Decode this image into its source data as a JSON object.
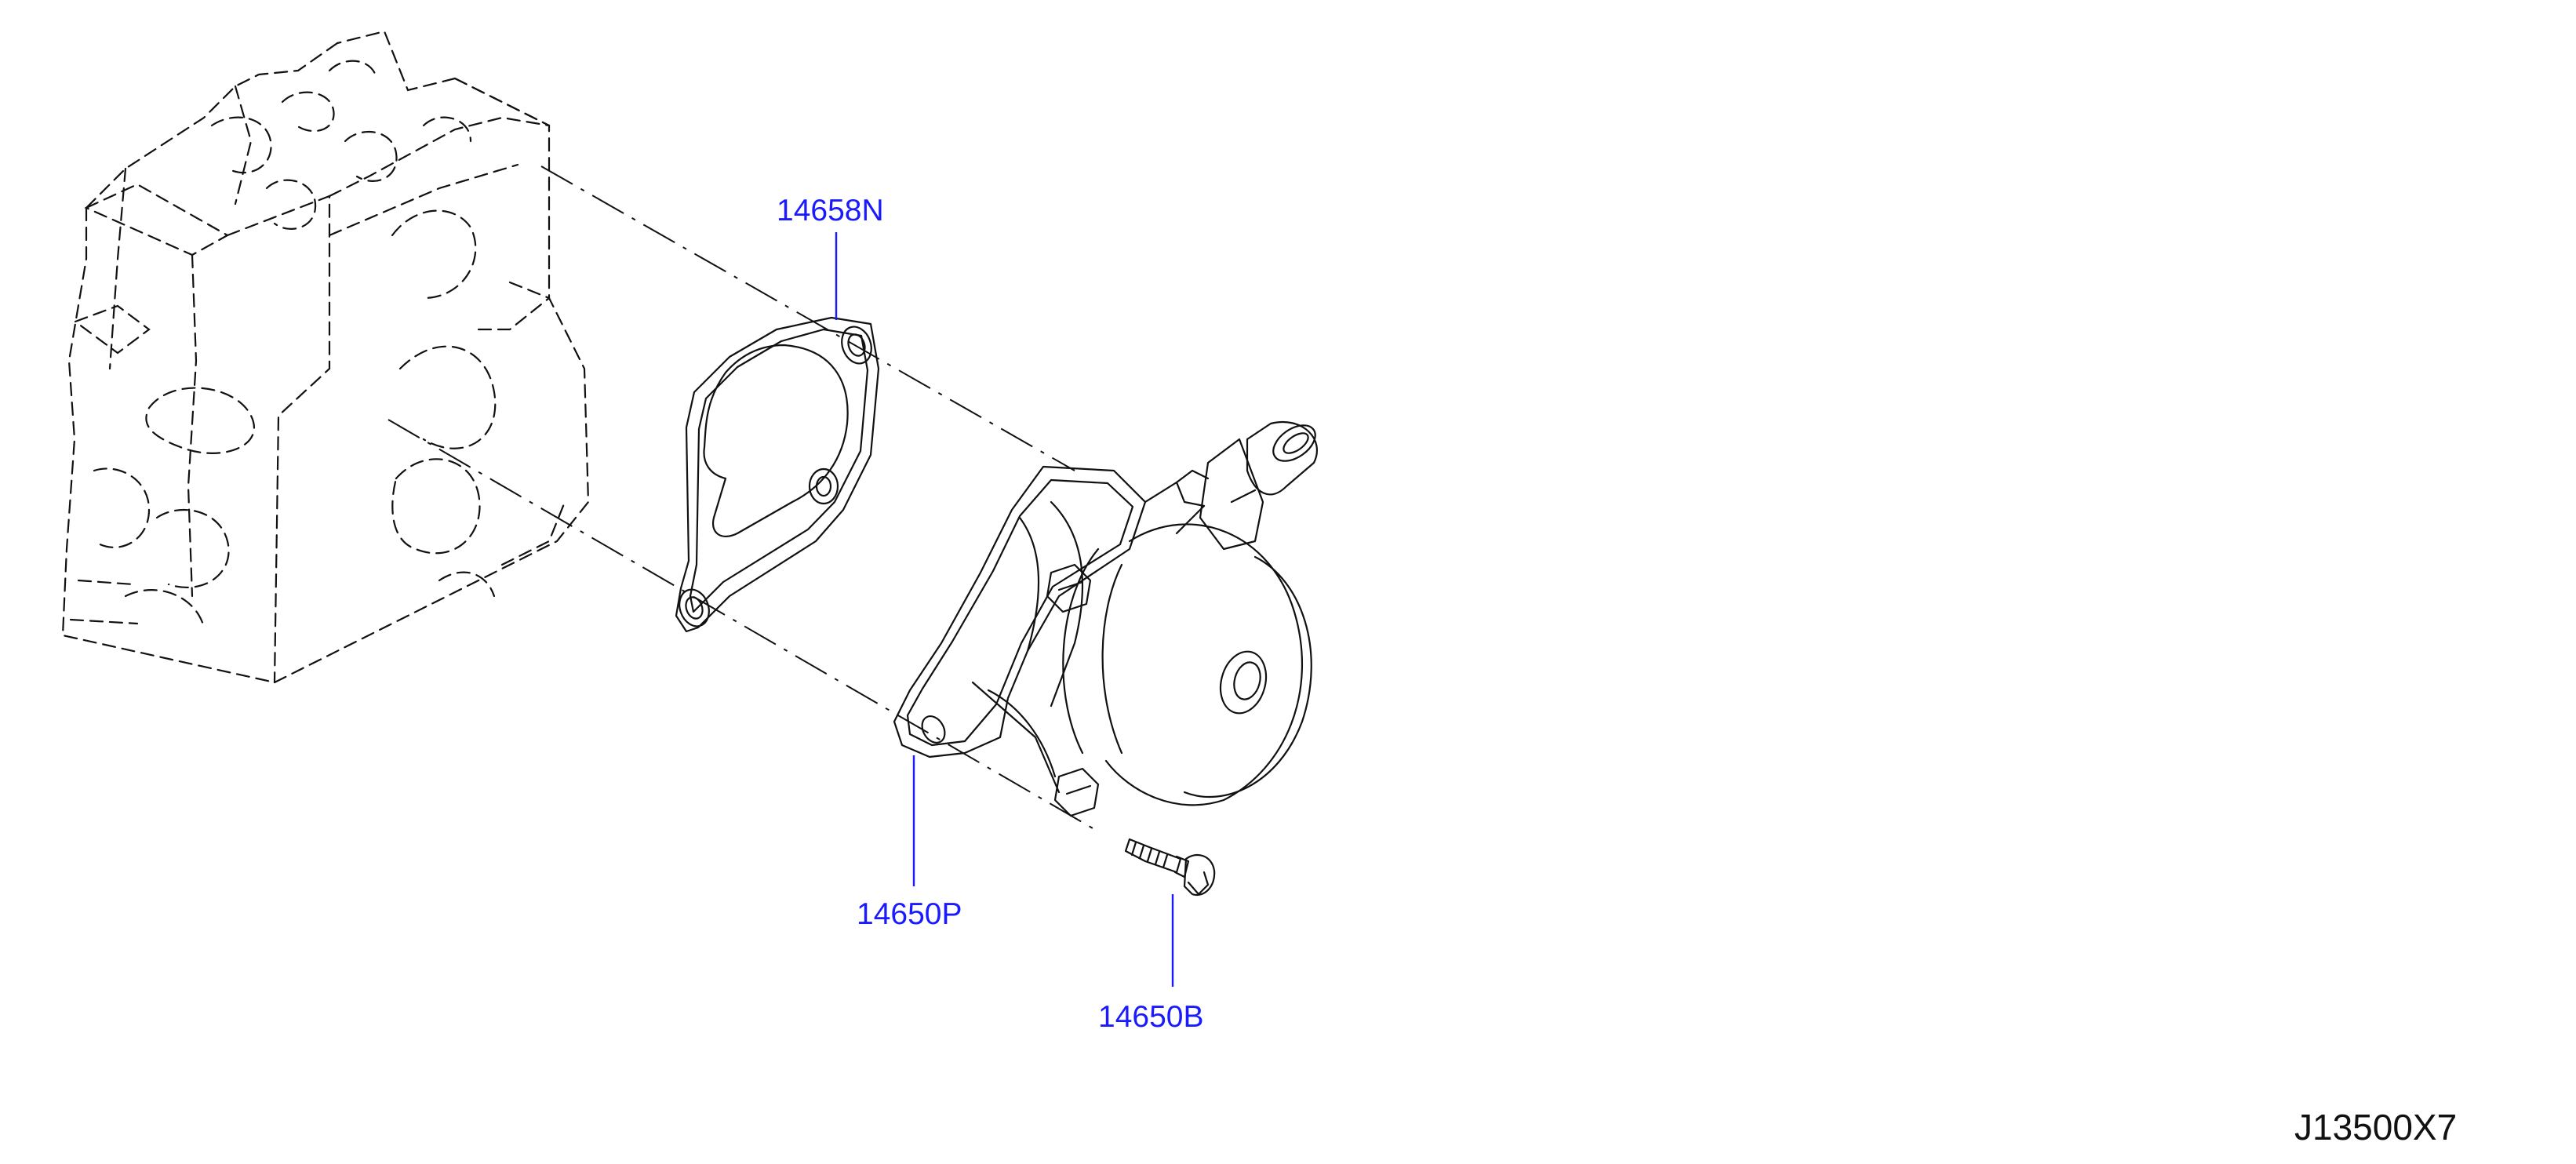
{
  "callouts": {
    "gasket": "14658N",
    "pump": "14650P",
    "bolt": "14650B"
  },
  "diagram_code": "J13500X7",
  "colors": {
    "callout": "#1a1aff",
    "line": "#111111",
    "background": "#ffffff"
  }
}
